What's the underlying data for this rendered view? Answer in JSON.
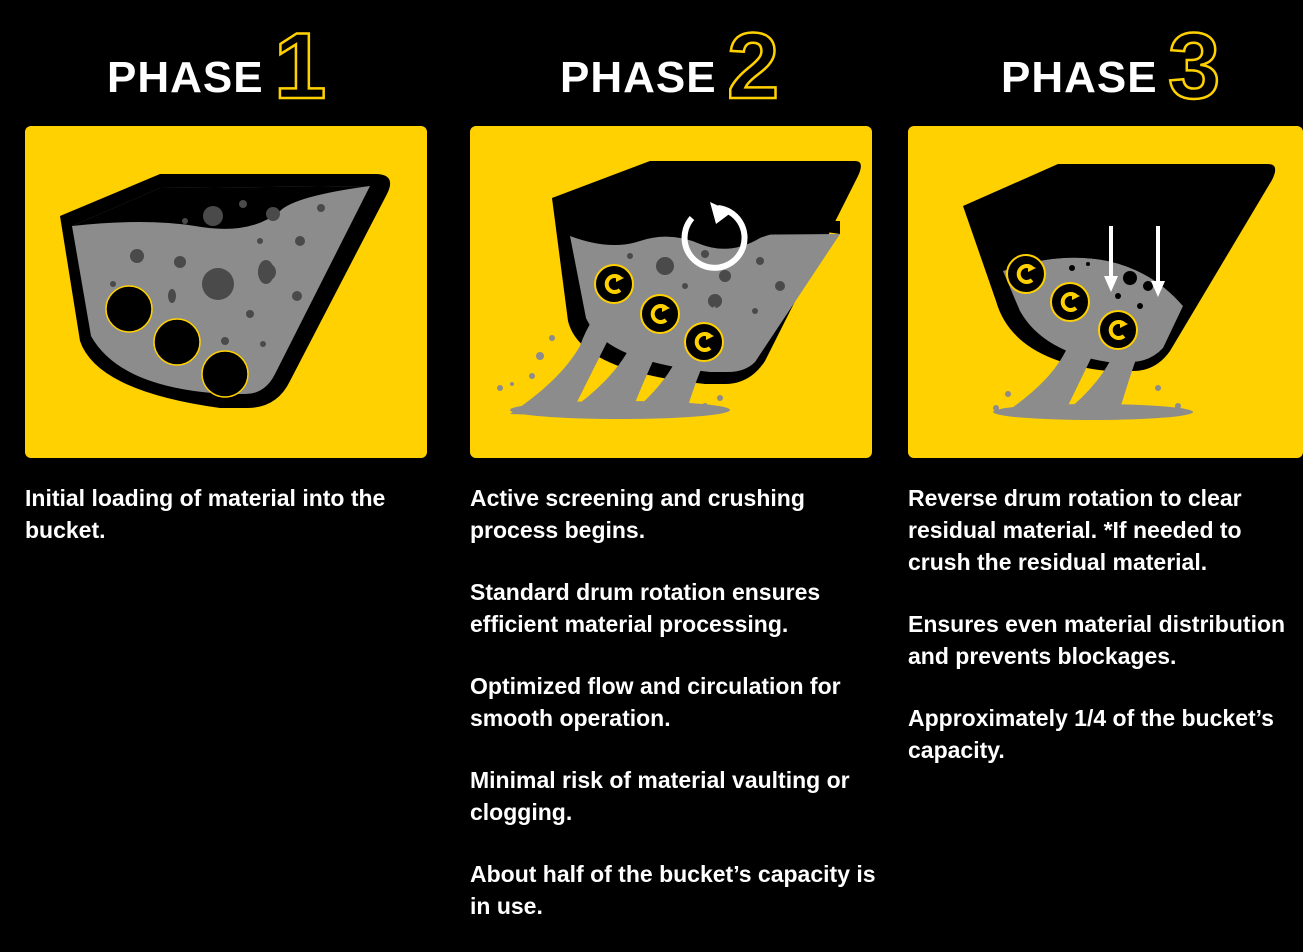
{
  "colors": {
    "accent": "#FFD100",
    "background": "#000000",
    "material": "#8c8c8c"
  },
  "phases": [
    {
      "label": "PHASE",
      "number": "1",
      "illustration": "bucket-loading-icon",
      "description": [
        "Initial loading of material into the bucket."
      ]
    },
    {
      "label": "PHASE",
      "number": "2",
      "illustration": "bucket-screening-icon",
      "description": [
        "Active screening and crushing process begins.",
        "Standard drum rotation ensures efficient material processing.",
        "Optimized flow and circulation for smooth operation.",
        "Minimal risk of material vaulting or clogging.",
        "About half of the bucket’s capacity is in use."
      ]
    },
    {
      "label": "PHASE",
      "number": "3",
      "illustration": "bucket-reverse-icon",
      "description": [
        "Reverse drum rotation to clear residual material. *If needed to crush the residual material.",
        "Ensures even material distribution and prevents blockages.",
        "Approximately 1/4 of the bucket’s capacity."
      ]
    }
  ]
}
